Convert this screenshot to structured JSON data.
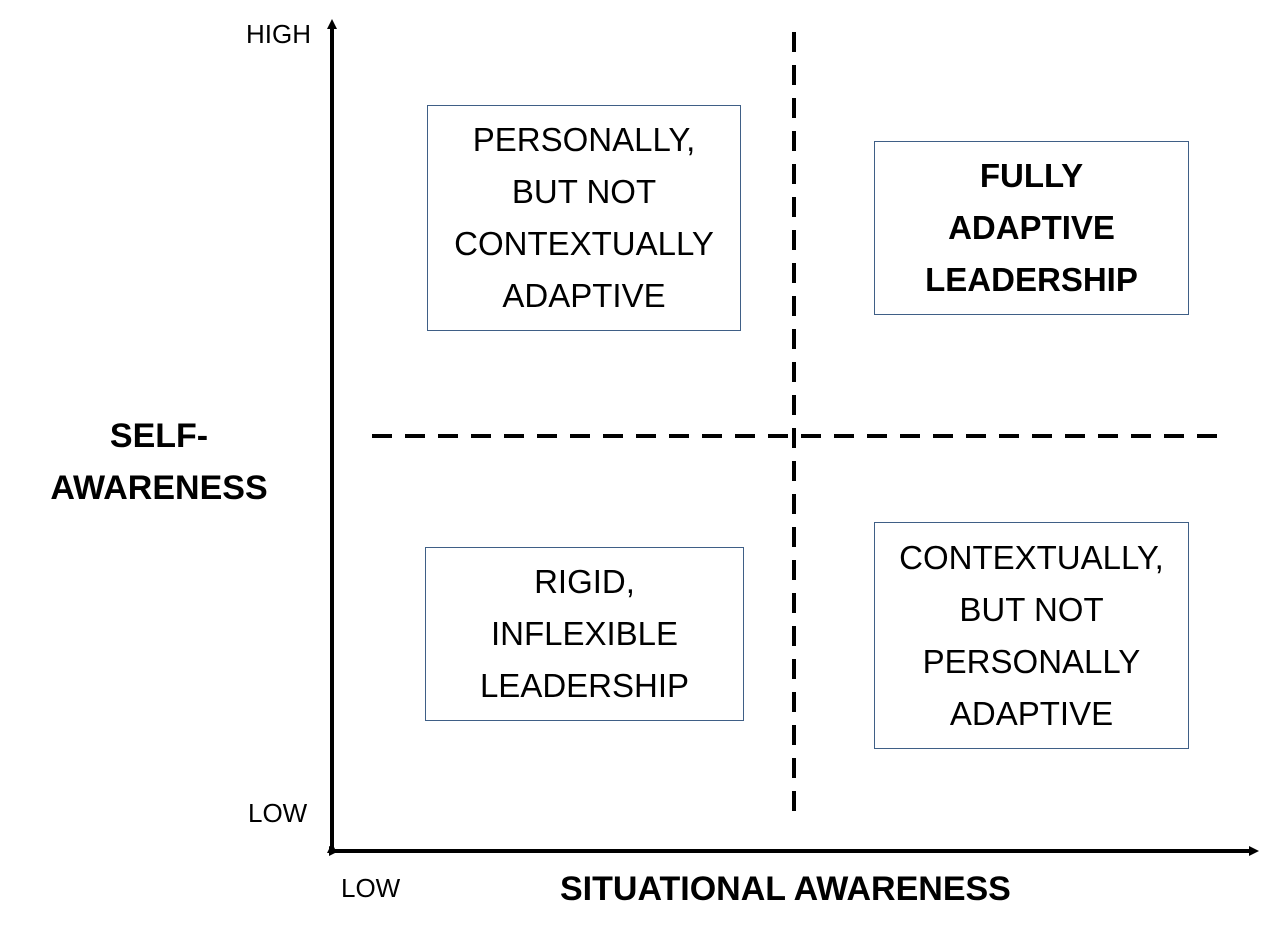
{
  "y_axis": {
    "title": "SELF-\nAWARENESS",
    "high_label": "HIGH",
    "low_label": "LOW"
  },
  "x_axis": {
    "title": "SITUATIONAL AWARENESS",
    "low_label": "LOW"
  },
  "quadrants": {
    "top_left": "PERSONALLY,\nBUT NOT\nCONTEXTUALLY\nADAPTIVE",
    "top_right": "FULLY\nADAPTIVE\nLEADERSHIP",
    "bottom_left": "RIGID,\nINFLEXIBLE\nLEADERSHIP",
    "bottom_right": "CONTEXTUALLY,\nBUT NOT\nPERSONALLY\nADAPTIVE"
  },
  "colors": {
    "box_border": "#3f5f86",
    "lines": "#000000"
  }
}
